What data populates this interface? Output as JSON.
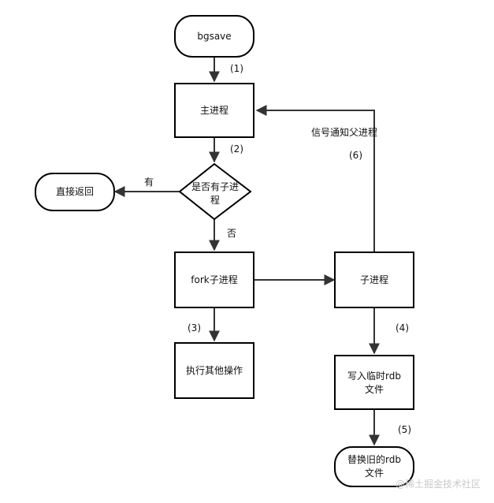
{
  "nodes": {
    "bgsave": "bgsave",
    "main_process": "主进程",
    "has_child_line1": "是否有子进",
    "has_child_line2": "程",
    "return_direct": "直接返回",
    "fork_child": "fork子进程",
    "other_ops": "执行其他操作",
    "child_process": "子进程",
    "write_temp_line1": "写入临时rdb",
    "write_temp_line2": "文件",
    "replace_old_line1": "替换旧的rdb",
    "replace_old_line2": "文件"
  },
  "edge_labels": {
    "step1": "(1)",
    "step2": "(2)",
    "step3": "(3)",
    "step4": "(4)",
    "step5": "(5)",
    "step6": "(6)",
    "yes": "有",
    "no": "否",
    "signal_parent": "信号通知父进程"
  },
  "watermark": "@稀土掘金技术社区",
  "colors": {
    "stroke": "#000000",
    "edge": "#333333",
    "background": "#ffffff",
    "watermark": "#c9c9c9"
  }
}
